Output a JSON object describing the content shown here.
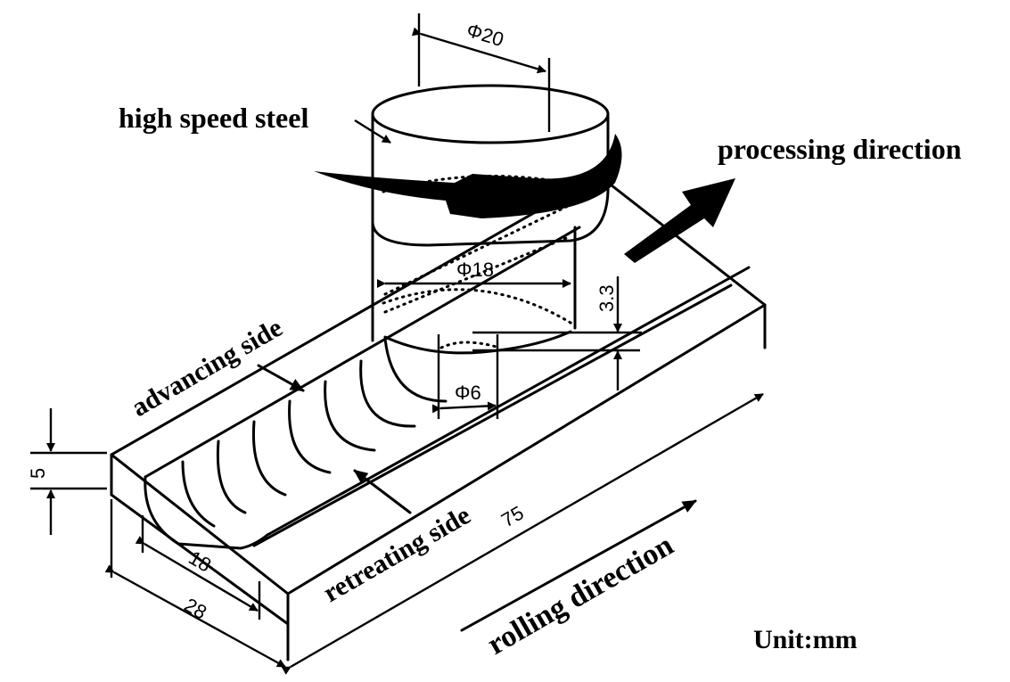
{
  "diagram": {
    "labels": {
      "tool_material": "high speed steel",
      "processing_direction": "processing direction",
      "advancing_side": "advancing side",
      "retreating_side": "retreating side",
      "rolling_direction": "rolling direction",
      "unit": "Unit:mm"
    },
    "dimensions": {
      "shoulder_diameter": "Φ20",
      "pin_diameter": "Φ18",
      "probe_diameter": "Φ6",
      "pin_length": "3.3",
      "plate_thickness": "5",
      "groove_width": "18",
      "plate_width": "28",
      "plate_length": "75"
    },
    "colors": {
      "ink": "#000000",
      "background": "#ffffff"
    }
  }
}
